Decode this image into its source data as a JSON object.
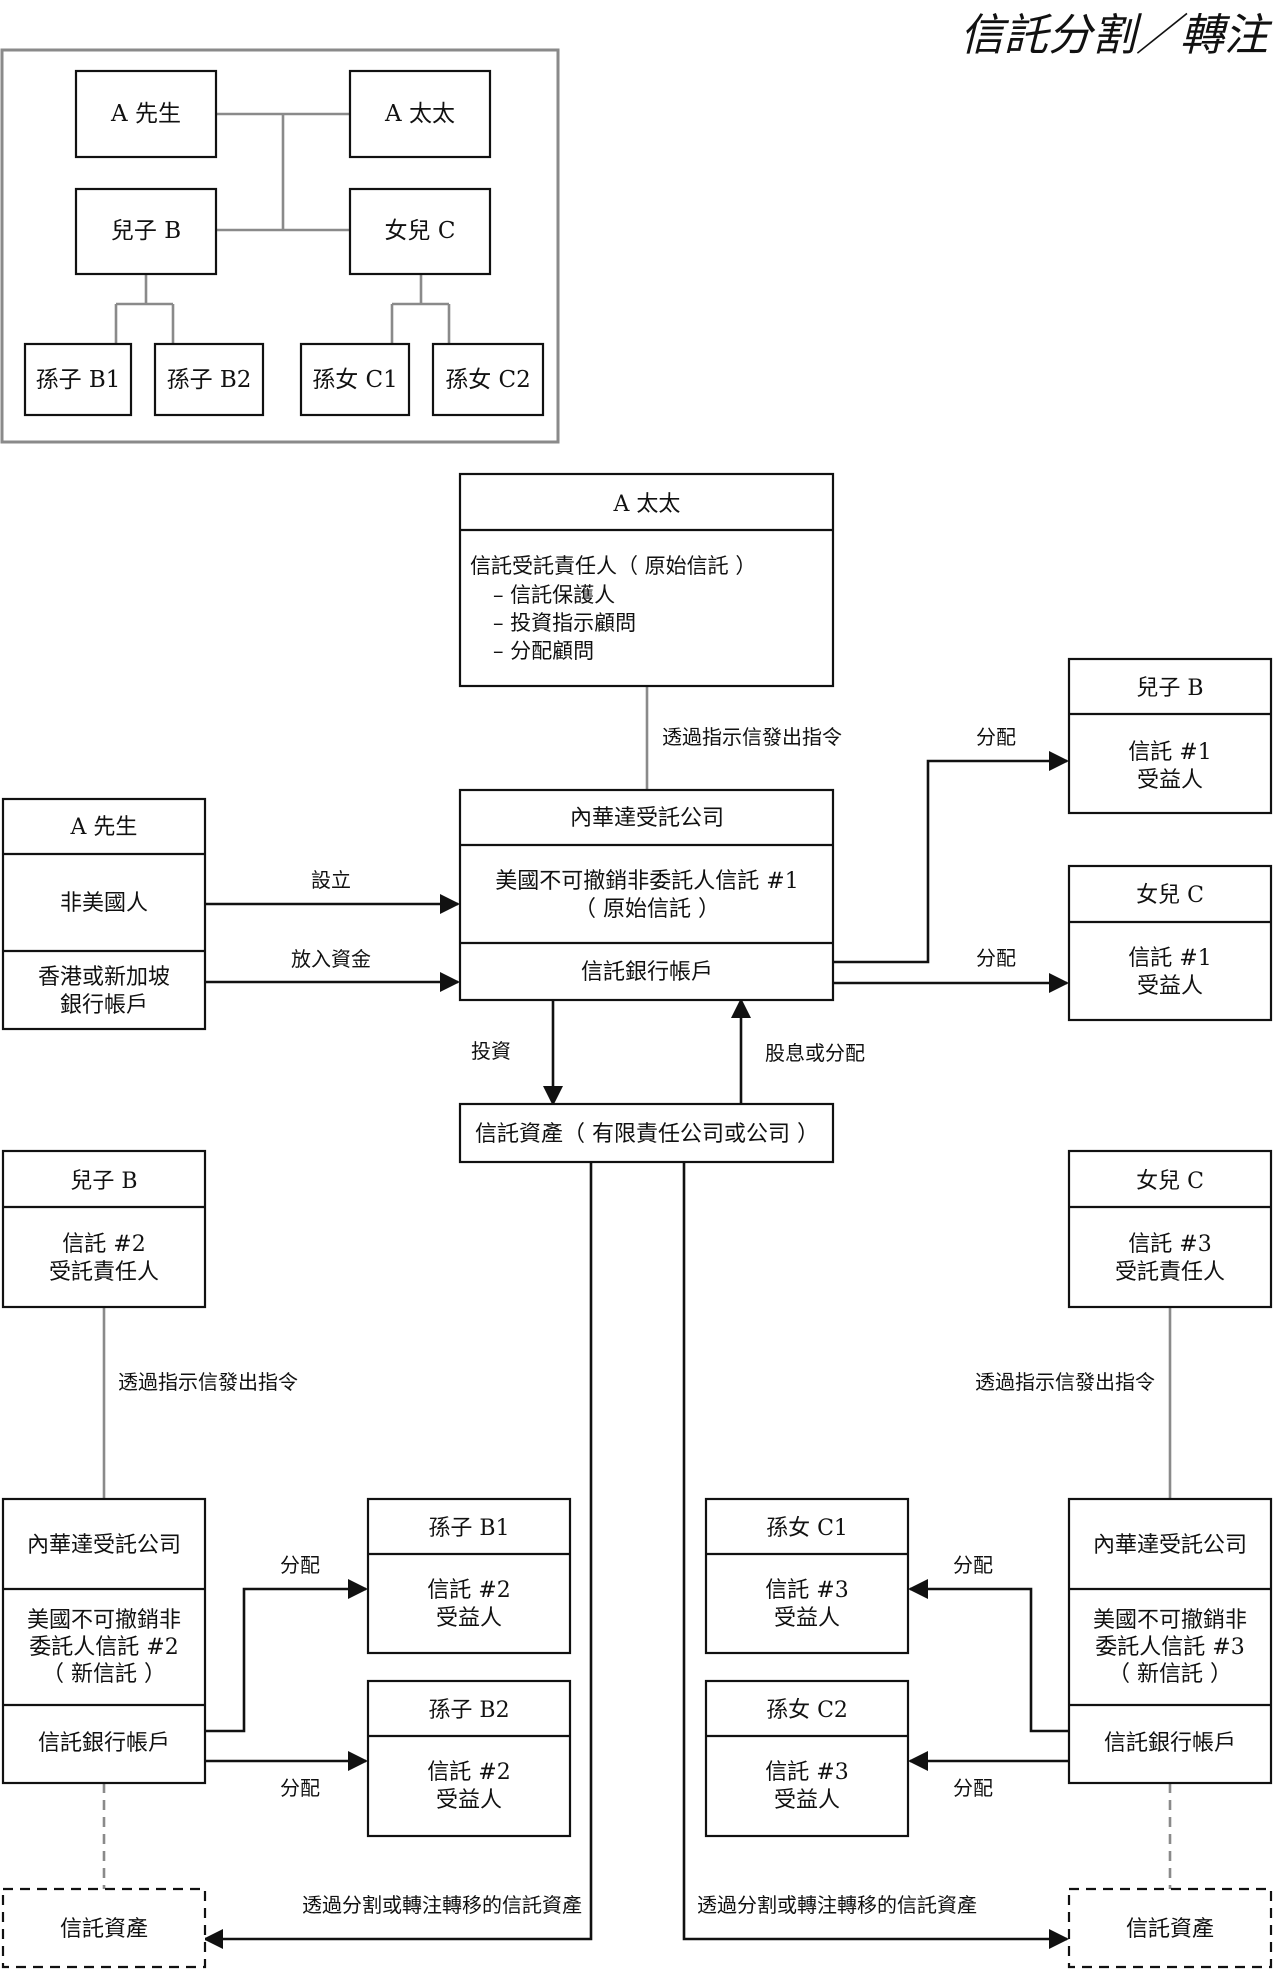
{
  "title": "信託分割／轉注",
  "family": {
    "mr_a": "A 先生",
    "mrs_a": "A 太太",
    "son_b": "兒子 B",
    "daughter_c": "女兒 C",
    "gs_b1": "孫子 B1",
    "gs_b2": "孫子 B2",
    "gd_c1": "孫女 C1",
    "gd_c2": "孫女 C2"
  },
  "mrs_box": {
    "header": "A 太太",
    "line1": "信託受託責任人（ 原始信託 ）",
    "line2": "–  信託保護人",
    "line3": "–  投資指示顧問",
    "line4": "–  分配顧問"
  },
  "mr_box": {
    "header": "A 先生",
    "status": "非美國人",
    "account_l1": "香港或新加坡",
    "account_l2": "銀行帳戶"
  },
  "main_trust": {
    "company": "內華達受託公司",
    "trust_l1": "美國不可撤銷非委託人信託 #1",
    "trust_l2": "（ 原始信託 ）",
    "account": "信託銀行帳戶"
  },
  "assets": "信託資產（ 有限責任公司或公司 ）",
  "ben_top_b": {
    "header": "兒子 B",
    "l1": "信託 #1",
    "l2": "受益人"
  },
  "ben_top_c": {
    "header": "女兒 C",
    "l1": "信託 #1",
    "l2": "受益人"
  },
  "trustee_b": {
    "header": "兒子 B",
    "l1": "信託 #2",
    "l2": "受託責任人"
  },
  "trustee_c": {
    "header": "女兒 C",
    "l1": "信託 #3",
    "l2": "受託責任人"
  },
  "trust2": {
    "company": "內華達受託公司",
    "l1": "美國不可撤銷非",
    "l2": "委託人信託 #2",
    "l3": "（ 新信託 ）",
    "account": "信託銀行帳戶"
  },
  "trust3": {
    "company": "內華達受託公司",
    "l1": "美國不可撤銷非",
    "l2": "委託人信託 #3",
    "l3": "（ 新信託 ）",
    "account": "信託銀行帳戶"
  },
  "ben_b1": {
    "header": "孫子 B1",
    "l1": "信託 #2",
    "l2": "受益人"
  },
  "ben_b2": {
    "header": "孫子 B2",
    "l1": "信託 #2",
    "l2": "受益人"
  },
  "ben_c1": {
    "header": "孫女 C1",
    "l1": "信託 #3",
    "l2": "受益人"
  },
  "ben_c2": {
    "header": "孫女 C2",
    "l1": "信託 #3",
    "l2": "受益人"
  },
  "asset_left": "信託資產",
  "asset_right": "信託資產",
  "labels": {
    "instruct_main": "透過指示信發出指令",
    "establish": "設立",
    "fund": "放入資金",
    "dist_b": "分配",
    "dist_c": "分配",
    "invest": "投資",
    "dividend": "股息或分配",
    "instruct_b": "透過指示信發出指令",
    "instruct_c": "透過指示信發出指令",
    "dist_b1": "分配",
    "dist_b2": "分配",
    "dist_c1": "分配",
    "dist_c2": "分配",
    "transfer_left": "透過分割或轉注轉移的信託資產",
    "transfer_right": "透過分割或轉注轉移的信託資產"
  },
  "colors": {
    "line": "#111111",
    "grey_line": "#8a8a8a",
    "background": "#ffffff"
  }
}
